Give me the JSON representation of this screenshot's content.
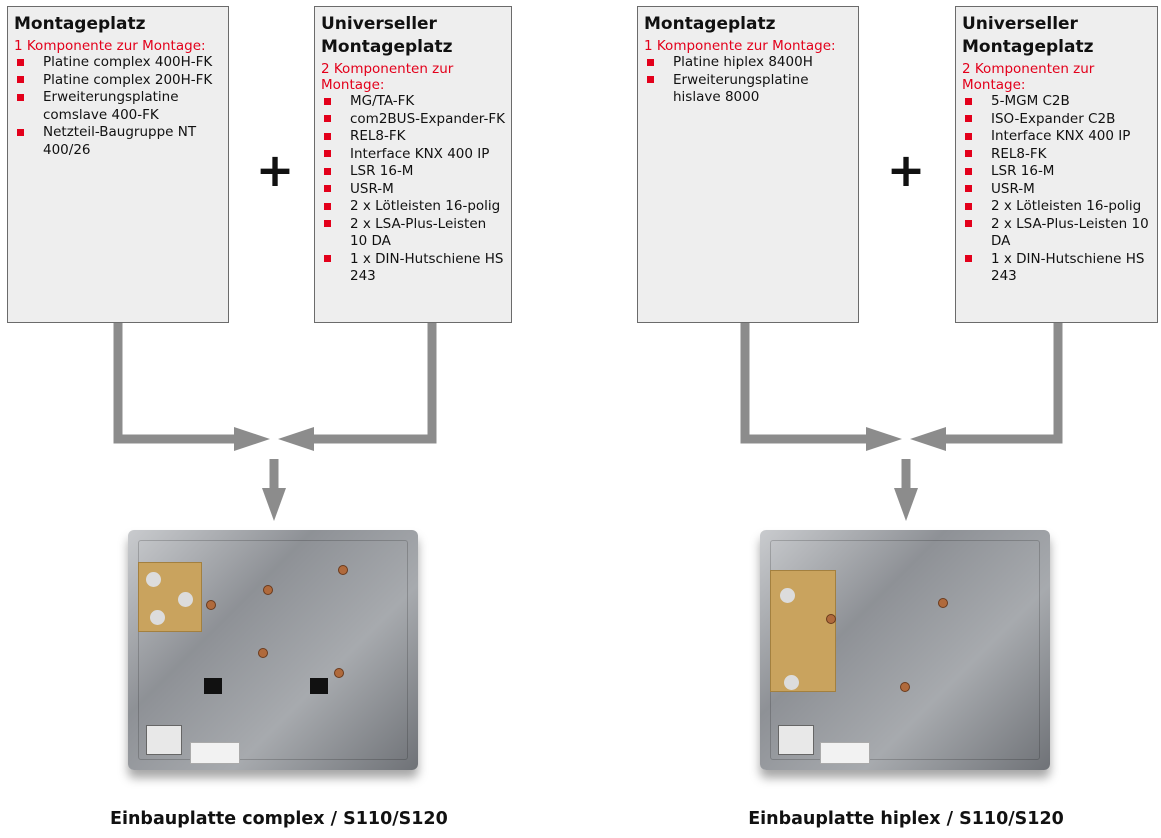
{
  "left": {
    "montage": {
      "title": "Montageplatz",
      "subtitle": "1 Komponente zur Montage:",
      "items": [
        "Platine complex 400H-FK",
        "Platine complex 200H-FK",
        "Erweiterungsplatine comslave 400-FK",
        "Netzteil-Baugruppe NT 400/26"
      ]
    },
    "plus": "+",
    "universal": {
      "title": "Universeller Montageplatz",
      "subtitle": "2 Komponenten zur Montage:",
      "items": [
        "MG/TA-FK",
        "com2BUS-Expander-FK",
        "REL8-FK",
        "Interface KNX 400 IP",
        "LSR 16-M",
        "USR-M",
        "2 x Lötleisten 16-polig",
        "2 x LSA-Plus-Leisten 10 DA",
        "1 x DIN-Hutschiene HS 243"
      ]
    },
    "caption": "Einbauplatte complex / S110/S120"
  },
  "right": {
    "montage": {
      "title": "Montageplatz",
      "subtitle": "1 Komponente zur Montage:",
      "items": [
        "Platine hiplex 8400H",
        "Erweiterungsplatine hislave 8000"
      ]
    },
    "plus": "+",
    "universal": {
      "title": "Universeller Montageplatz",
      "subtitle": "2 Komponenten zur Montage:",
      "items": [
        "5-MGM C2B",
        "ISO-Expander C2B",
        "Interface KNX 400 IP",
        "REL8-FK",
        "LSR 16-M",
        "USR-M",
        "2 x Lötleisten 16-polig",
        "2 x LSA-Plus-Leisten 10 DA",
        "1 x DIN-Hutschiene HS 243"
      ]
    },
    "caption": "Einbauplatte hiplex / S110/S120"
  },
  "colors": {
    "accent": "#e3001b",
    "box_bg": "#eeeeee",
    "arrow": "#8c8c8c"
  }
}
